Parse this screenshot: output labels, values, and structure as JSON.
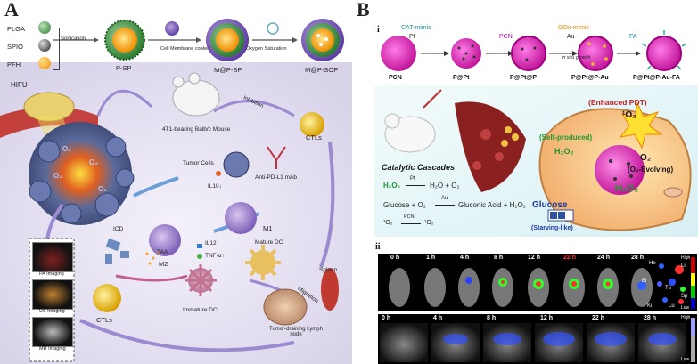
{
  "panels": {
    "A": "A",
    "B": "B"
  },
  "panelA": {
    "legend": [
      "PLGA",
      "SPIO",
      "PFH"
    ],
    "steps": [
      "Sonication",
      "Cell Membrane coated",
      "Oxygen Saturation"
    ],
    "products": [
      "P-SP",
      "M@P-SP",
      "M@P-SOP"
    ],
    "hifu": "HIFU",
    "mouse": "4T1-bearing Balb/c Mouse",
    "inhibition": "Inhibition",
    "ctls_top": "CTLs",
    "tumor_cells": "Tumor Cells",
    "antibody": "Anti-PD-L1 mAb",
    "m2": "M2",
    "il10": "IL10↓",
    "m1": "M1",
    "il12": "IL12↑",
    "tnf": "TNF-α↑",
    "mature_dc": "Mature DC",
    "migration": "Migration",
    "spleen": "Spleen",
    "icd": "ICD",
    "taa": "TAA",
    "immature_dc": "Immature DC",
    "lymph_node": "Tumor-draining Lymph node",
    "ctls_bottom": "CTLs",
    "imaging": [
      "PA Imaging",
      "US Imaging",
      "MR Imaging"
    ]
  },
  "panelB": {
    "roman_i": "i",
    "roman_ii": "ii",
    "top_labels": {
      "cat_mimic": "CAT-mimic",
      "pt": "Pt",
      "pcn": "PCN",
      "gox_mimic": "GOx-mimic",
      "au": "Au",
      "in_situ": "in situ growth",
      "fa": "FA"
    },
    "particles": [
      "PCN",
      "P@Pt",
      "P@Pt@P",
      "P@Pt@P-Au",
      "P@Pt@P-Au-FA"
    ],
    "catalytic": "Catalytic Cascades",
    "eq1_left": "H₂O₂",
    "eq1_cat": "Pt",
    "eq1_right": "H₂O + O₂",
    "eq2_left": "Glucose + O₂",
    "eq2_cat": "Au",
    "eq2_right": "Gluconic Acid + H₂O₂",
    "eq3_left": "³O₂",
    "eq3_cat": "PCN",
    "eq3_right": "¹O₂",
    "enhanced_pdt": "(Enhanced PDT)",
    "singlet_o2": "¹O₂",
    "self_produced": "(Self-produced)",
    "h2o2_a": "H₂O₂",
    "o2": "O₂",
    "o2_evolving": "(O₂-Evolving)",
    "h2o2_b": "H₂O₂",
    "glucose": "Glucose",
    "starving": "(Starving-like)",
    "time_row1": [
      "0 h",
      "1 h",
      "4 h",
      "8 h",
      "12 h",
      "22 h",
      "24 h",
      "28 h"
    ],
    "organs": [
      "He",
      "Li",
      "Br",
      "Tu",
      "Sp",
      "Ki",
      "Lu"
    ],
    "high": "High",
    "low": "Low",
    "time_row2": [
      "0 h",
      "4 h",
      "8 h",
      "12 h",
      "22 h",
      "28 h"
    ]
  }
}
